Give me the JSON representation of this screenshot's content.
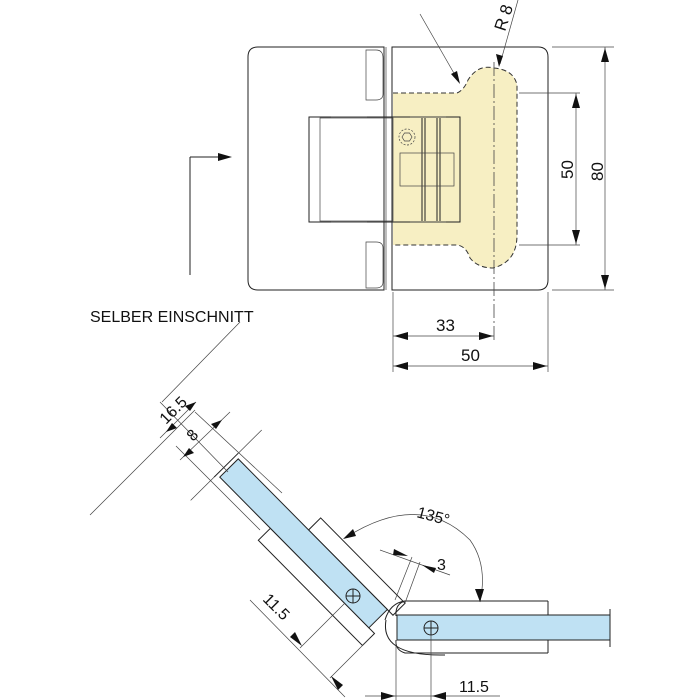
{
  "colors": {
    "cutout": "#f7efc3",
    "glass": "#bfe1f3",
    "line": "#222222"
  },
  "top_view": {
    "cut_label": "SELBER EINSCHNITT",
    "radius_label": "R 8",
    "dim_height_outer": "80",
    "dim_height_cutout": "50",
    "dim_width_center": "33",
    "dim_width_cutout": "50"
  },
  "section_view": {
    "dim_thickness_outer": "16.5",
    "dim_glass": "8",
    "dim_angle": "135°",
    "dim_gap": "3",
    "dim_offset_left": "11.5",
    "dim_offset_bottom": "11.5"
  }
}
